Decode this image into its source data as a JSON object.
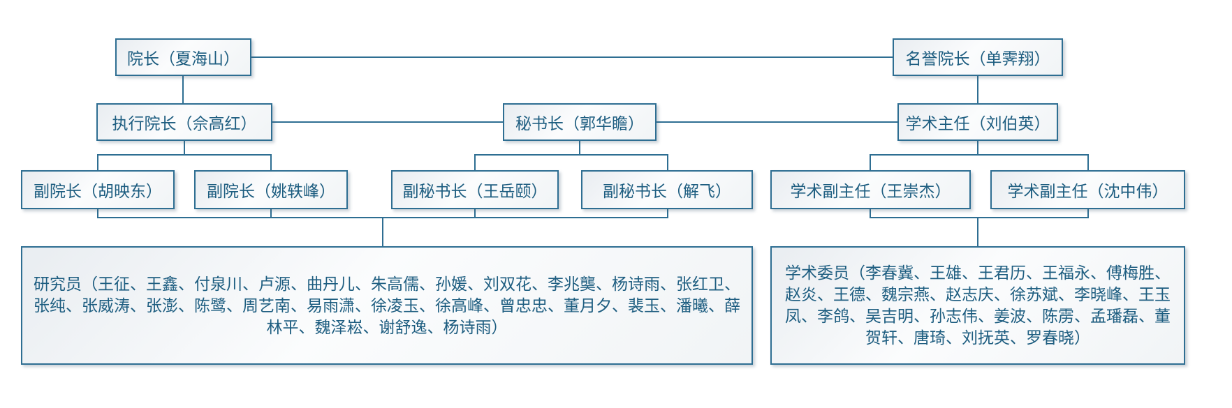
{
  "org_chart": {
    "title": "",
    "colors": {
      "border": "#2e6e92",
      "text": "#1d5d80",
      "connector": "#2e6e92",
      "box_fill_light": "#fbfcfd",
      "box_fill_shade": "#e9edf1"
    },
    "nodes": {
      "dean": {
        "label": "院长（夏海山）"
      },
      "honorary_dean": {
        "label": "名誉院长（单霁翔）"
      },
      "executive_dean": {
        "label": "执行院长（佘高红）"
      },
      "secretary_general": {
        "label": "秘书长（郭华瞻）"
      },
      "academic_director": {
        "label": "学术主任（刘伯英）"
      },
      "vice_dean_1": {
        "label": "副院长（胡映东）"
      },
      "vice_dean_2": {
        "label": "副院长（姚轶峰）"
      },
      "deputy_secretary_1": {
        "label": "副秘书长（王岳颐）"
      },
      "deputy_secretary_2": {
        "label": "副秘书长（解飞）"
      },
      "academic_deputy_1": {
        "label": "学术副主任（王崇杰）"
      },
      "academic_deputy_2": {
        "label": "学术副主任（沈中伟）"
      },
      "researchers": {
        "label": "研究员（王征、王鑫、付泉川、卢源、曲丹儿、朱高儒、孙媛、刘双花、李兆龑、杨诗雨、张红卫、张纯、张威涛、张澎、陈鹭、周艺南、易雨潇、徐凌玉、徐高峰、曾忠忠、董月夕、裴玉、潘曦、薛林平、魏泽崧、谢舒逸、杨诗雨）"
      },
      "academic_committee": {
        "label": "学术委员（李春冀、王雄、王君历、王福永、傅梅胜、赵炎、王德、魏宗燕、赵志庆、徐苏斌、李晓峰、王玉凤、李鸽、吴吉明、孙志伟、姜波、陈雳、孟璠磊、董贺轩、唐琦、刘抚英、罗春晓）"
      }
    },
    "edges": [
      {
        "from": "dean",
        "to": "honorary_dean"
      },
      {
        "from": "dean",
        "to": "executive_dean"
      },
      {
        "from": "executive_dean",
        "to": "secretary_general"
      },
      {
        "from": "secretary_general",
        "to": "academic_director"
      },
      {
        "from": "honorary_dean",
        "to": "academic_director"
      },
      {
        "from": "executive_dean",
        "to": "vice_dean_1"
      },
      {
        "from": "executive_dean",
        "to": "vice_dean_2"
      },
      {
        "from": "secretary_general",
        "to": "deputy_secretary_1"
      },
      {
        "from": "secretary_general",
        "to": "deputy_secretary_2"
      },
      {
        "from": "vice_dean_1",
        "to": "researchers"
      },
      {
        "from": "vice_dean_2",
        "to": "researchers"
      },
      {
        "from": "deputy_secretary_1",
        "to": "researchers"
      },
      {
        "from": "deputy_secretary_2",
        "to": "researchers"
      },
      {
        "from": "academic_director",
        "to": "academic_deputy_1"
      },
      {
        "from": "academic_director",
        "to": "academic_deputy_2"
      },
      {
        "from": "academic_deputy_1",
        "to": "academic_committee"
      },
      {
        "from": "academic_deputy_2",
        "to": "academic_committee"
      }
    ]
  }
}
